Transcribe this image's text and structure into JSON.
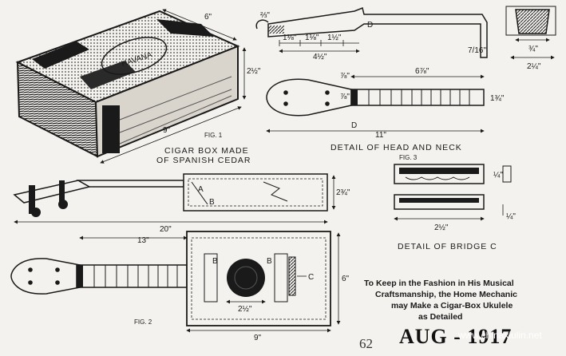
{
  "fig1": {
    "label": "FIG. 1",
    "caption_line1": "CIGAR BOX MADE",
    "caption_line2": "OF SPANISH CEDAR",
    "dim_top": "6\"",
    "dim_side": "2½\"",
    "dim_bottom": "9\"",
    "seal_text": "HAVANA"
  },
  "head_neck": {
    "caption": "DETAIL OF HEAD AND NECK",
    "dim_top_a": "⅔\"",
    "dim_top_b": "1⅛\"",
    "dim_top_c": "1⅛\"",
    "dim_top_d": "1½\"",
    "dim_span": "4½\"",
    "dim_neck": "6⅞\"",
    "dim_small": "7/16\"",
    "dim_height": "⅞\"",
    "dim_overall": "11\"",
    "dim_width_a": "⅞\"",
    "dim_width_b": "1¾\"",
    "letter_d_top": "D",
    "letter_d_bottom": "D"
  },
  "section": {
    "dim_top": "¾\"",
    "dim_bottom": "2¼\""
  },
  "bridge": {
    "fig_label": "FIG. 3",
    "caption": "DETAIL OF BRIDGE C",
    "dim_side": "¼\"",
    "dim_height": "¼\"",
    "dim_width": "2½\""
  },
  "side_view": {
    "dim_length": "20\"",
    "dim_depth": "2¾\"",
    "letter_a": "A",
    "letter_b": "B"
  },
  "fig2": {
    "label": "FIG. 2",
    "dim_neck": "13\"",
    "dim_width": "6\"",
    "dim_hole": "2½\"",
    "dim_body": "9\"",
    "letter_b_left": "B",
    "letter_b_right": "B",
    "letter_c": "C"
  },
  "note": {
    "line1": "To Keep in the Fashion in His Musical",
    "line2": "Craftsmanship, the Home Mechanic",
    "line3": "may Make a Cigar-Box Ukulele",
    "line4": "as Detailed"
  },
  "footer": {
    "page_number": "62",
    "date_stamp": "AUG - 1917",
    "watermark": "www.chinaxiulin.net"
  }
}
